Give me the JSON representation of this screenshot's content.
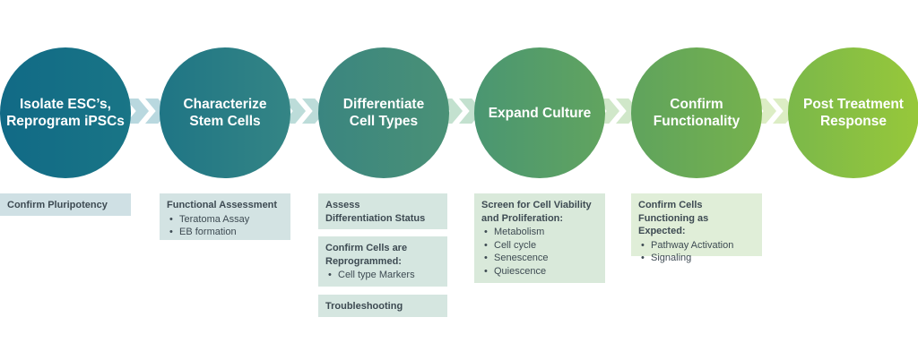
{
  "colors": {
    "step1": "#136e86",
    "step2": "#2a7d85",
    "step3": "#3f8a7c",
    "step4": "#56a068",
    "step5": "#6aab52",
    "step6": "#8fc43c",
    "box1": "#cfe0e4",
    "box2": "#d3e3e3",
    "box3": "#d5e6e0",
    "box4": "#d9e9da",
    "box5": "#e0eed8",
    "text_dark": "#3d4a52"
  },
  "steps": [
    {
      "line1": "Isolate ESC’s,",
      "line2": "Reprogram iPSCs"
    },
    {
      "line1": "Characterize",
      "line2": "Stem Cells"
    },
    {
      "line1": "Differentiate",
      "line2": "Cell Types"
    },
    {
      "line1": "Expand Culture",
      "line2": ""
    },
    {
      "line1": "Confirm",
      "line2": "Functionality"
    },
    {
      "line1": "Post Treatment",
      "line2": "Response"
    }
  ],
  "boxes": {
    "pluripotency": {
      "title": "Confirm Pluripotency"
    },
    "functional": {
      "title": "Functional Assessment",
      "items": [
        "Teratoma Assay",
        "EB formation"
      ]
    },
    "assess": {
      "line1": "Assess",
      "line2": "Differentiation Status"
    },
    "reprogrammed": {
      "line1": "Confirm Cells are",
      "line2": "Reprogrammed:",
      "items": [
        "Cell type Markers"
      ]
    },
    "troubleshooting": {
      "title": "Troubleshooting"
    },
    "screen": {
      "line1": "Screen for Cell Viability",
      "line2": "and Proliferation:",
      "items": [
        "Metabolism",
        "Cell cycle",
        "Senescence",
        "Quiescence"
      ]
    },
    "functioning": {
      "line1": "Confirm Cells",
      "line2": "Functioning as Expected:",
      "items": [
        "Pathway Activation",
        "Signaling"
      ]
    }
  }
}
